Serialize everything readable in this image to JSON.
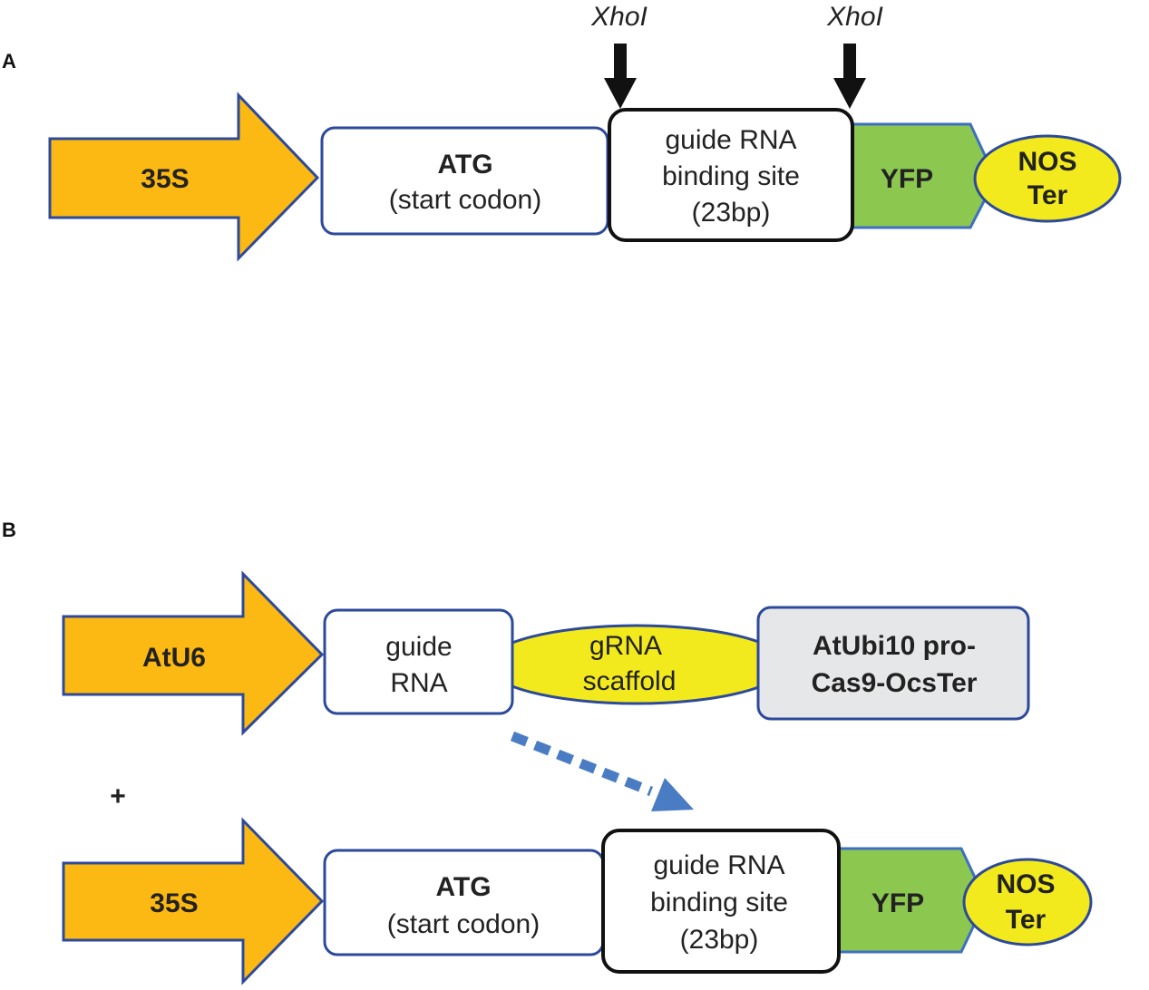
{
  "colors": {
    "promoter_fill": "#FDB913",
    "outline_blue": "#2D4A9A",
    "yfp_fill": "#8CC850",
    "yfp_outline": "#3E6FC3",
    "ellipse_fill": "#F3EA1D",
    "cas9_fill": "#E6E7E9",
    "dashed_arrow": "#4A7CC4",
    "site_arrow": "#111111"
  },
  "panel_a": {
    "letter": "A",
    "promoter": "35S",
    "atg_title": "ATG",
    "atg_sub": "(start codon)",
    "binding_line1": "guide RNA",
    "binding_line2": "binding site",
    "binding_line3": "(23bp)",
    "yfp": "YFP",
    "terminator_line1": "NOS",
    "terminator_line2": "Ter",
    "site_left": "XhoI",
    "site_right": "XhoI"
  },
  "panel_b": {
    "letter": "B",
    "plus": "+",
    "top": {
      "promoter": "AtU6",
      "guide_line1": "guide",
      "guide_line2": "RNA",
      "scaffold_line1": "gRNA",
      "scaffold_line2": "scaffold",
      "cas9_line1": "AtUbi10 pro-",
      "cas9_line2": "Cas9-OcsTer"
    },
    "bottom": {
      "promoter": "35S",
      "atg_title": "ATG",
      "atg_sub": "(start codon)",
      "binding_line1": "guide RNA",
      "binding_line2": "binding site",
      "binding_line3": "(23bp)",
      "yfp": "YFP",
      "terminator_line1": "NOS",
      "terminator_line2": "Ter"
    }
  }
}
